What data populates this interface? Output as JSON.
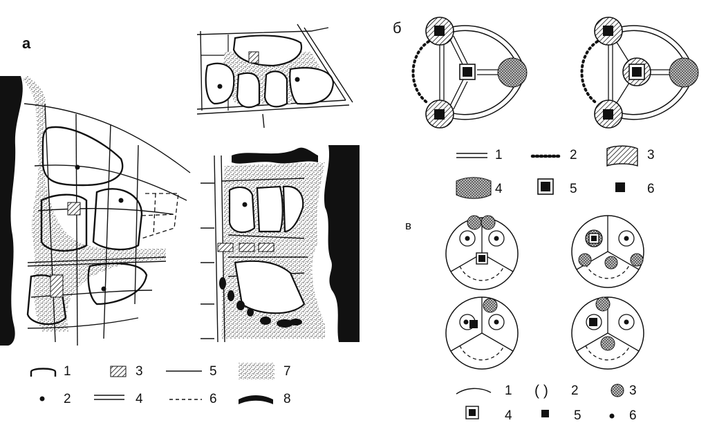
{
  "panels": {
    "a": {
      "label": "а"
    },
    "b": {
      "label": "б"
    },
    "c": {
      "label": "в"
    }
  },
  "legend_a": [
    "1",
    "2",
    "3",
    "4",
    "5",
    "6",
    "7",
    "8"
  ],
  "legend_b": [
    "1",
    "2",
    "3",
    "4",
    "5",
    "6"
  ],
  "legend_c": [
    "1",
    "2",
    "3",
    "4",
    "5",
    "6"
  ],
  "legend_c_bracket": "( )",
  "colors": {
    "ink": "#111111",
    "paper": "#ffffff",
    "stipple": "#555555"
  }
}
